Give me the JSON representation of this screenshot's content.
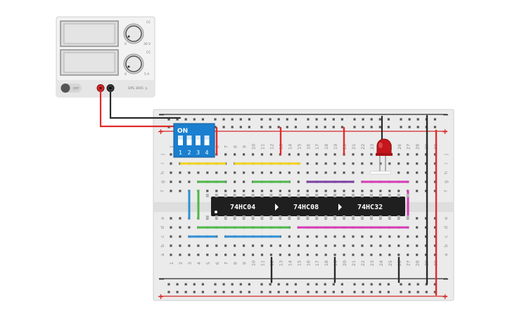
{
  "power_supply": {
    "knob1_min": "0",
    "knob1_max": "30 V",
    "knob2_min": "0",
    "knob2_max": "5 A",
    "knob1_icon": "CC",
    "knob2_icon": "CC",
    "switch_label": "OFF",
    "model_text": "DPS 3005"
  },
  "breadboard": {
    "row_labels_top": [
      "j",
      "i",
      "h",
      "g",
      "f"
    ],
    "row_labels_bottom": [
      "e",
      "d",
      "c",
      "b",
      "a"
    ],
    "columns": [
      "1",
      "2",
      "3",
      "4",
      "5",
      "6",
      "7",
      "8",
      "9",
      "10",
      "11",
      "12",
      "13",
      "14",
      "15",
      "16",
      "17",
      "18",
      "19",
      "20",
      "21",
      "22",
      "23",
      "24",
      "25",
      "26",
      "27",
      "28",
      "29",
      "30"
    ],
    "rail_minus": "−",
    "rail_plus": "+"
  },
  "dip_switch": {
    "on_label": "ON",
    "numbers": [
      "1",
      "2",
      "3",
      "4"
    ]
  },
  "chips": [
    "74HC04",
    "74HC08",
    "74HC32"
  ],
  "colors": {
    "wire_red": "#e02b2b",
    "wire_black": "#2a2a2a",
    "wire_yellow": "#f2d21a",
    "wire_green": "#4db848",
    "wire_purple": "#7a3fa3",
    "wire_magenta": "#d63ab5",
    "wire_blue": "#2d8fd6",
    "dip_blue": "#1a7fd0",
    "led_red": "#c4161c"
  }
}
